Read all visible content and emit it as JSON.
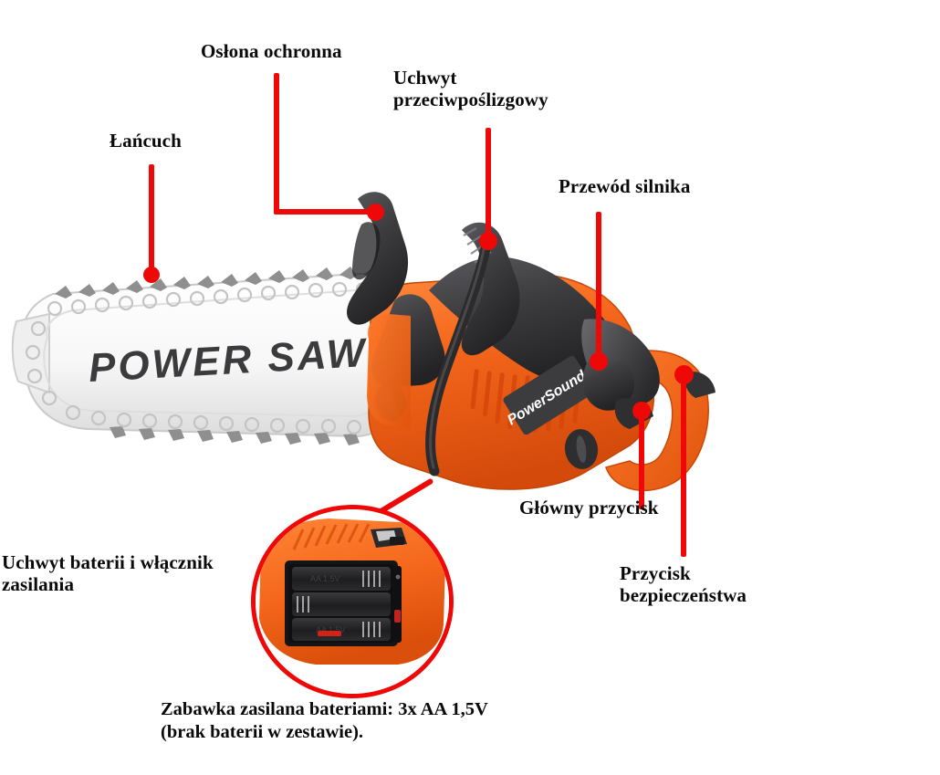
{
  "page": {
    "language": "pl",
    "background": "#ffffff",
    "accent_color": "#ef0808",
    "text_color": "#0a0a0a",
    "product_body_color": "#f4661b",
    "product_dark_color": "#3a3a3c",
    "product_bar_color": "#f2f2f2"
  },
  "callouts": [
    {
      "id": "chain",
      "label": "Łańcuch"
    },
    {
      "id": "guard",
      "label": "Osłona ochronna"
    },
    {
      "id": "antislip-handle",
      "label": "Uchwyt\nprzeciwpoślizgowy"
    },
    {
      "id": "motor-cable",
      "label": "Przewód silnika"
    },
    {
      "id": "main-button",
      "label": "Główny przycisk"
    },
    {
      "id": "safety-button",
      "label": "Przycisk\nbezpieczeństwa"
    },
    {
      "id": "battery-holder",
      "label": "Uchwyt baterii i włącznik\nzasilania"
    }
  ],
  "product": {
    "bar_text": "POWER SAW",
    "body_text": "PowerSound"
  },
  "footnote": {
    "text": "Zabawka zasilana bateriami: 3x AA 1,5V\n(brak baterii w zestawie)."
  },
  "inset": {
    "name": "battery-compartment-detail",
    "battery_count": 3,
    "battery_type": "AA"
  }
}
